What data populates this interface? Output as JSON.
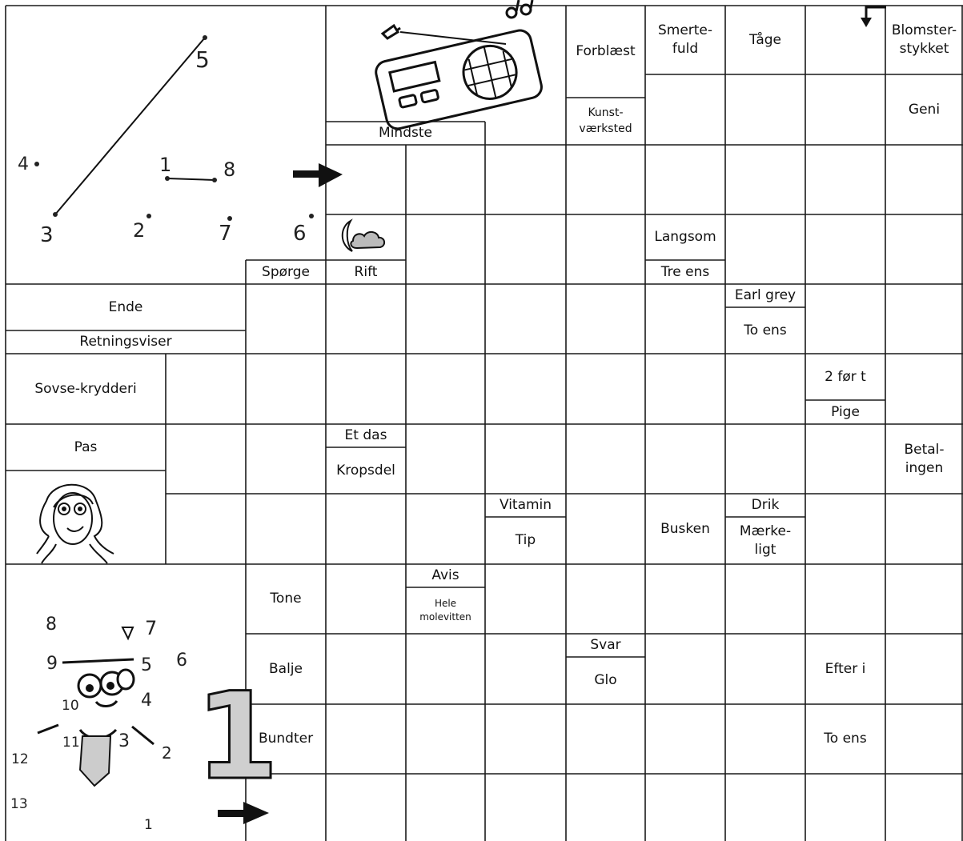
{
  "clues": {
    "smertefuld": "Smerte-\nfuld",
    "tage": "Tåge",
    "blomsterstykket": "Blomster-\nstykket",
    "forblaest": "Forblæst",
    "kunstvaerksted": "Kunst-\nværksted",
    "geni": "Geni",
    "mindste": "Mindste",
    "langsom": "Langsom",
    "spoerge": "Spørge",
    "rift": "Rift",
    "tre_ens": "Tre ens",
    "ende": "Ende",
    "retningsviser": "Retningsviser",
    "earl_grey": "Earl grey",
    "to_ens_1": "To ens",
    "sovse_krydderi": "Sovse-krydderi",
    "to_foer_t": "2 før t",
    "pige": "Pige",
    "pas": "Pas",
    "et_das": "Et das",
    "kropsdel": "Kropsdel",
    "betalingen": "Betal-\ningen",
    "vitamin": "Vitamin",
    "tip": "Tip",
    "busken": "Busken",
    "drik": "Drik",
    "maerkeligt": "Mærke-\nligt",
    "avis": "Avis",
    "hele_molevitten": "Hele\nmolevitten",
    "tone": "Tone",
    "svar": "Svar",
    "glo": "Glo",
    "balje": "Balje",
    "efter_i": "Efter i",
    "bundter": "Bundter",
    "to_ens_2": "To ens"
  },
  "dot_puzzle_1": [
    "1",
    "2",
    "3",
    "4",
    "5",
    "6",
    "7",
    "8"
  ],
  "dot_puzzle_2": [
    "1",
    "2",
    "3",
    "4",
    "5",
    "6",
    "7",
    "8",
    "9",
    "10",
    "11",
    "12",
    "13"
  ],
  "numeral_drawing": "1",
  "icons": [
    "radio-icon",
    "music-note-icon",
    "moon-cloud-icon",
    "girl-face-icon",
    "arrow-right-icon",
    "arrow-down-icon"
  ]
}
